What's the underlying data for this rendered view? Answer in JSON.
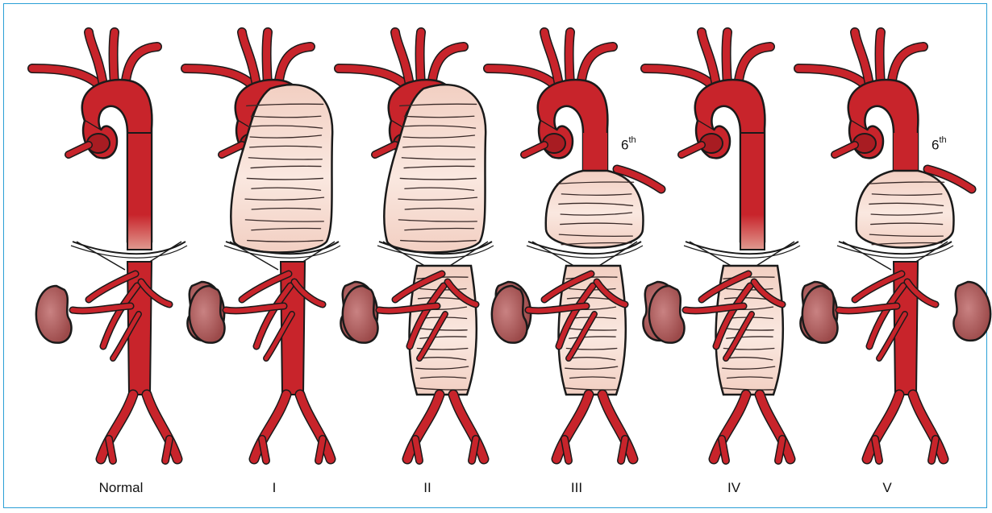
{
  "figure": {
    "panels": [
      {
        "label": "Normal",
        "dilated_thoracic": "none",
        "dilated_abdominal": false,
        "sixth_marker": false
      },
      {
        "label": "I",
        "dilated_thoracic": "full",
        "dilated_abdominal": false,
        "sixth_marker": false
      },
      {
        "label": "II",
        "dilated_thoracic": "full",
        "dilated_abdominal": true,
        "sixth_marker": false
      },
      {
        "label": "III",
        "dilated_thoracic": "lower",
        "dilated_abdominal": true,
        "sixth_marker": true
      },
      {
        "label": "IV",
        "dilated_thoracic": "none",
        "dilated_abdominal": true,
        "sixth_marker": false
      },
      {
        "label": "V",
        "dilated_thoracic": "lower",
        "dilated_abdominal": false,
        "sixth_marker": true
      }
    ],
    "sixth_text": "6",
    "sixth_sup": "th",
    "colors": {
      "artery": "#c8242b",
      "artery_dark": "#a81c22",
      "aneurysm_fill": "#f2cfc2",
      "aneurysm_light": "#fae8e0",
      "outline": "#1a1a1a",
      "kidney": "#9c4a4a",
      "kidney_light": "#c98282",
      "frame_border": "#2a9fd6"
    }
  }
}
